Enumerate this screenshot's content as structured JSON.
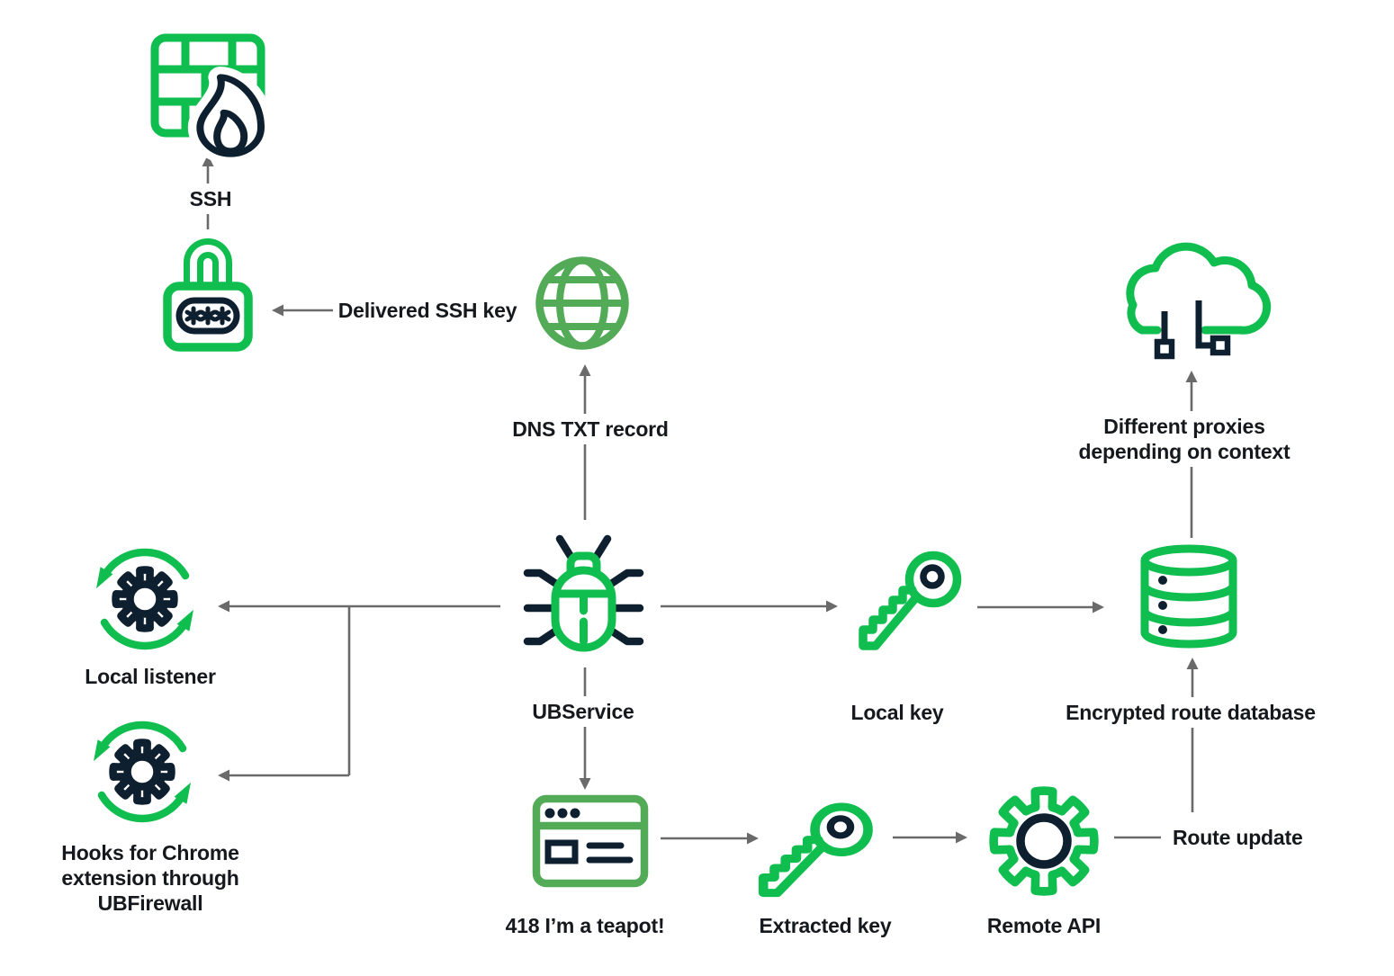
{
  "colors": {
    "accent_green": "#0fbe4e",
    "muted_green": "#53ab58",
    "navy": "#0e2030",
    "arrow_gray": "#6a6a6a",
    "text": "#15191d",
    "background": "#ffffff"
  },
  "icons": [
    "firewall-icon",
    "flame-icon",
    "padlock-password-icon",
    "globe-icon",
    "bug-icon",
    "sync-arrows-gear-icon",
    "key-icon",
    "database-icon",
    "cloud-icon",
    "network-nodes-icon",
    "browser-window-icon",
    "gear-icon"
  ],
  "labels": {
    "ssh": "SSH",
    "delivered_ssh_key": "Delivered SSH key",
    "dns_txt_record": "DNS TXT record",
    "ubservice": "UBService",
    "local_listener": "Local listener",
    "hooks": {
      "line1": "Hooks for Chrome",
      "line2": "extension through",
      "line3": "UBFirewall"
    },
    "local_key": "Local key",
    "encrypted_route_database": "Encrypted route database",
    "different_proxies": {
      "line1": "Different proxies",
      "line2": "depending on context"
    },
    "teapot": "418 I’m a teapot!",
    "extracted_key": "Extracted key",
    "remote_api": "Remote API",
    "route_update": "Route update"
  }
}
